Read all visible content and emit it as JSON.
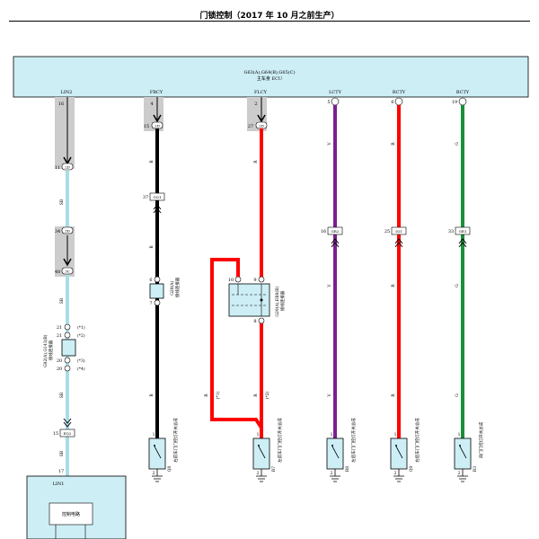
{
  "header": {
    "title": "门锁控制（2017 年 10 月之前生产）"
  },
  "ecu": {
    "connectors": "G63(A),G64(B),G65(C)",
    "name": "主车身 ECU"
  },
  "terminals": [
    "LIN2",
    "FRCY",
    "FLCY",
    "LCTY",
    "RCTY",
    "BCTY"
  ],
  "pins": {
    "lin2": "16",
    "frcy": "4",
    "flcy": "2",
    "lcty": "5",
    "rcty": "6",
    "bcty": "19",
    "lin2_mid": "11",
    "frcy_mid": "15",
    "flcy_mid": "27",
    "lin2_c1": "34",
    "lin2_c2": "48",
    "frcy_conn": "37",
    "lcty_conn": "16",
    "rcty_conn": "25",
    "bcty_conn": "33",
    "frcy_j1": "6",
    "frcy_j2": "7",
    "flcy_j1": "10",
    "flcy_j2": "9",
    "flcy_j3": "8",
    "lin2_j1": "21",
    "lin2_j2": "21",
    "lin2_j3": "20",
    "lin2_j4": "20",
    "lin2_bottom": "15",
    "lin1_pin": "17",
    "sw_frcy_1": "1",
    "sw_frcy_2": "2",
    "sw_flcy_1": "1",
    "sw_flcy_2": "2",
    "sw_lcty_1": "1",
    "sw_lcty_2": "2",
    "sw_rcty_1": "1",
    "sw_rcty_2": "2",
    "sw_bcty_1": "1",
    "sw_bcty_2": "2"
  },
  "codes": {
    "lin2_mid": "2D",
    "frcy_mid": "2D",
    "flcy_mid": "2D",
    "lin2_c1": "3D",
    "lin2_c2": "3C",
    "frcy_conn": "GQ1",
    "lcty_conn": "GR2",
    "rcty_conn": "IQ1",
    "bcty_conn": "GR1",
    "lin2_bottom": "EQ2"
  },
  "wire_colors": {
    "lin2": "SB",
    "frcy": "B",
    "flcy": "R",
    "lcty": "V",
    "rcty": "R",
    "bcty": "G"
  },
  "notes": {
    "n1": "(*1)",
    "n2": "(*2)",
    "n3": "(*3)",
    "n4": "(*4)"
  },
  "junctions": {
    "frcy_label": "G28(A)\n接线连接器",
    "flcy_label": "G29(A),EB8(B)\n接线连接器",
    "lin2_label": "G92(A),G143(B)\n接线连接器"
  },
  "switches": {
    "frcy": {
      "code": "Q8",
      "name": "右前车门门控灯开关总成"
    },
    "flcy": {
      "code": "R7",
      "name": "左前车门门控灯开关总成"
    },
    "lcty": {
      "code": "R8",
      "name": "左后车门门控灯开关总成"
    },
    "rcty": {
      "code": "Q9",
      "name": "右后车门门控灯开关总成"
    },
    "bcty": {
      "code": "R3",
      "name": "背门门控灯开关总成"
    }
  },
  "bottom_module": {
    "terminal": "LIN1",
    "circuit": "控制电路"
  },
  "colors": {
    "ecu_fill": "#cdeef5",
    "connector_gray": "#cccccc",
    "lin2_wire": "#a8dde8",
    "frcy_wire": "#000000",
    "flcy_wire": "#ff0000",
    "lcty_wire": "#7a1f8f",
    "rcty_wire": "#ff0000",
    "bcty_wire": "#1a8f3a",
    "junction_fill": "#cdeef5"
  }
}
